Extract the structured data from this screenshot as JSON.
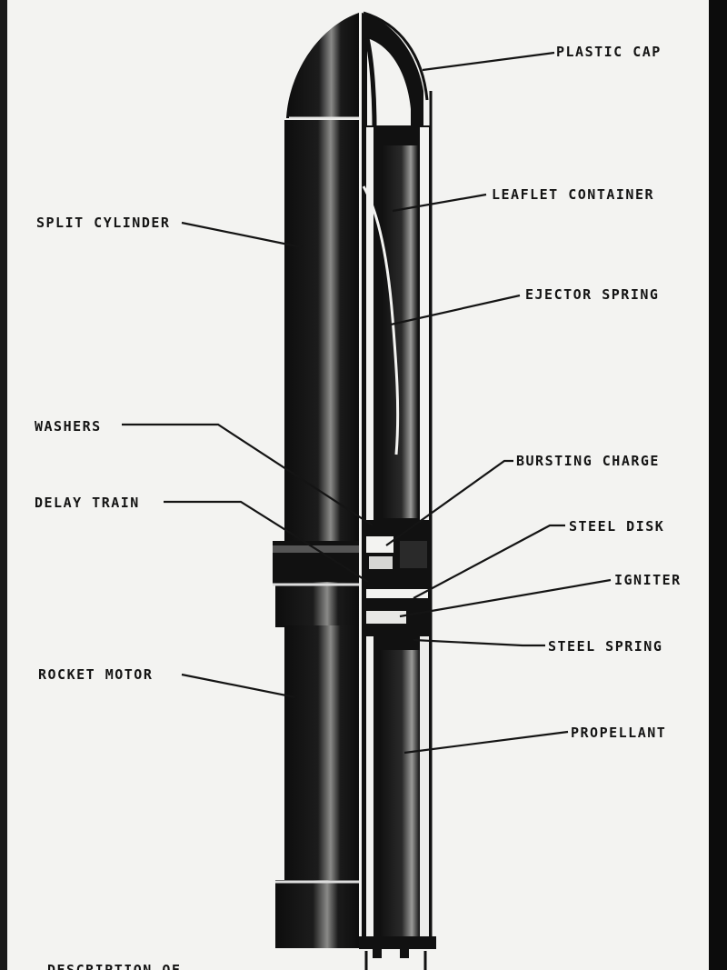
{
  "labels": {
    "plastic_cap": "PLASTIC CAP",
    "leaflet_container": "LEAFLET CONTAINER",
    "split_cylinder": "SPLIT CYLINDER",
    "ejector_spring": "EJECTOR SPRING",
    "washers": "WASHERS",
    "bursting_charge": "BURSTING CHARGE",
    "delay_train": "DELAY TRAIN",
    "steel_disk": "STEEL DISK",
    "igniter": "IGNITER",
    "steel_spring": "STEEL SPRING",
    "rocket_motor": "ROCKET MOTOR",
    "propellant": "PROPELLANT",
    "bottom_caption": "DESCRIPTION OF"
  },
  "colors": {
    "ink": "#111111",
    "paper": "#f3f3f1",
    "background": "#1a1a1a"
  }
}
